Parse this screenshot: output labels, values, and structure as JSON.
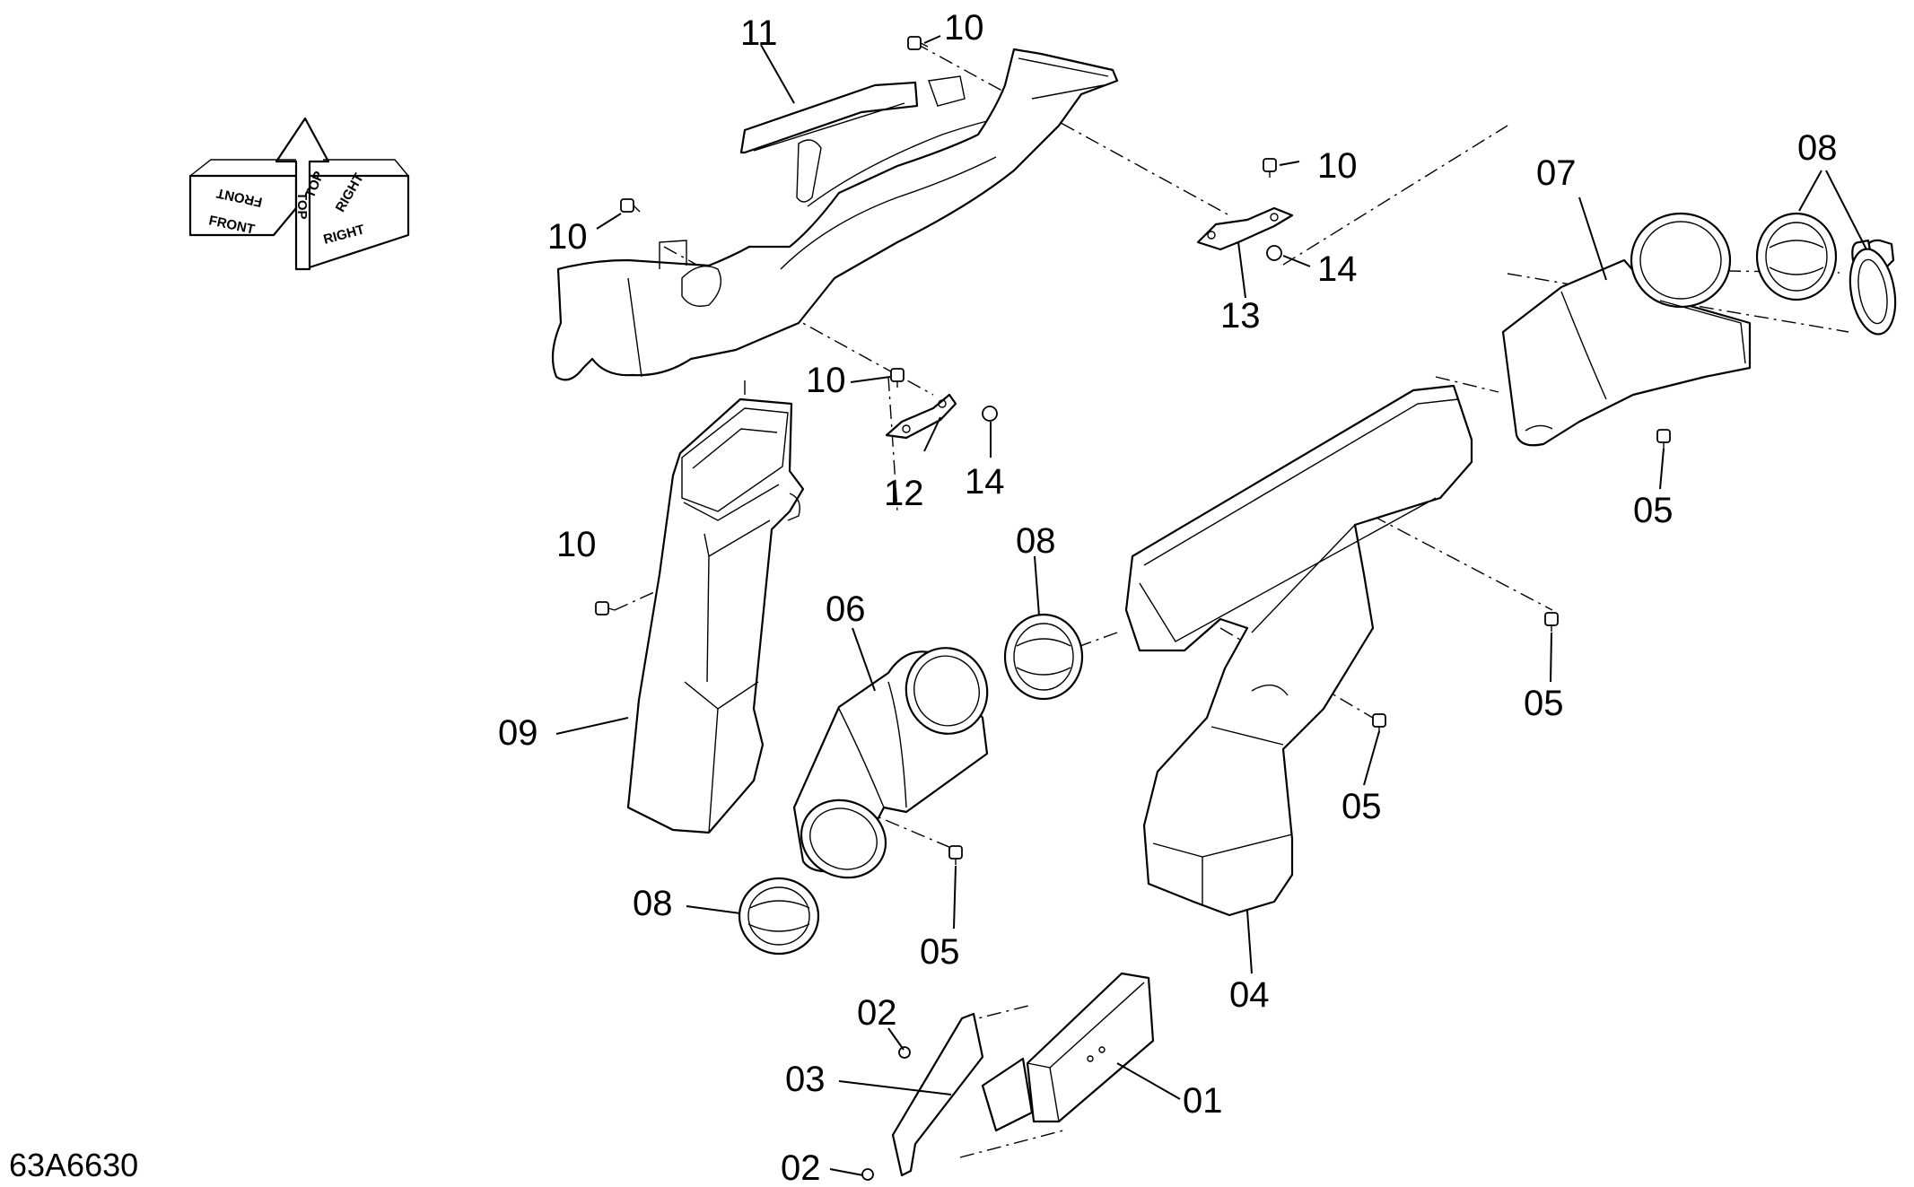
{
  "drawing_id": "63A6630",
  "orientation_labels": {
    "front": "FRONT",
    "top": "TOP",
    "right": "RIGHT"
  },
  "callouts": {
    "c01": "01",
    "c02a": "02",
    "c02b": "02",
    "c03": "03",
    "c04": "04",
    "c05a": "05",
    "c05b": "05",
    "c05c": "05",
    "c05d": "05",
    "c06": "06",
    "c07": "07",
    "c08a": "08",
    "c08b": "08",
    "c08c": "08",
    "c09": "09",
    "c10a": "10",
    "c10b": "10",
    "c10c": "10",
    "c10d": "10",
    "c10e": "10",
    "c11": "11",
    "c12": "12",
    "c13": "13",
    "c14a": "14",
    "c14b": "14"
  },
  "colors": {
    "line": "#000000",
    "background": "#ffffff"
  }
}
